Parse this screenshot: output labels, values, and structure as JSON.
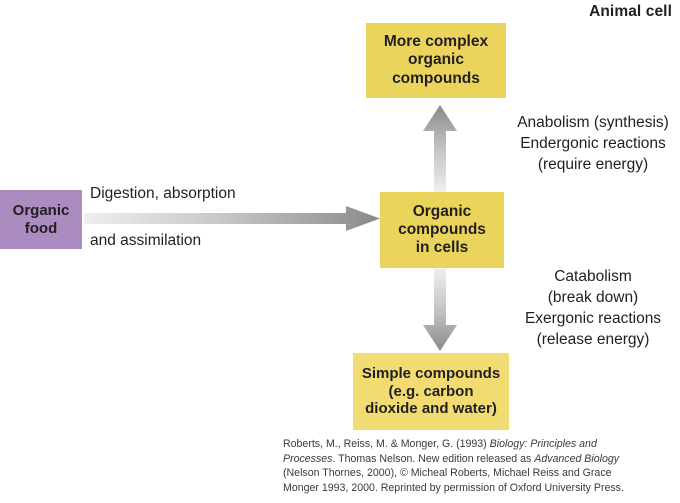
{
  "title": "Animal cell",
  "colors": {
    "purple_box": "#ab8cc0",
    "yellow_box": "#ead45c",
    "yellow_box_light": "#f2dc72",
    "arrow_dark": "#8c8c8c",
    "arrow_light": "#e9e9e9",
    "text": "#231f20",
    "citation_text": "#3a3a3c"
  },
  "boxes": {
    "organic_food": "Organic\nfood",
    "more_complex": "More complex\norganic\ncompounds",
    "organic_compounds": "Organic\ncompounds\nin cells",
    "simple_compounds": "Simple compounds\n(e.g. carbon\ndioxide and water)"
  },
  "flow_captions": {
    "digestion": "Digestion, absorption",
    "assimilation": "and assimilation"
  },
  "side_captions": {
    "anabolism": "Anabolism (synthesis)\nEndergonic reactions\n(require energy)",
    "catabolism": "Catabolism\n(break down)\nExergonic reactions\n(release energy)"
  },
  "arrows": {
    "horizontal": "right-arrow-gradient",
    "up": "up-arrow-gradient",
    "down": "down-arrow-gradient"
  },
  "citation": {
    "line1_a": "Roberts, M., Reiss, M. & Monger, G. (1993) ",
    "line1_i": "Biology: Principles and",
    "line2_i1": "Processes",
    "line2_a": ". Thomas Nelson. New edition released as ",
    "line2_i2": "Advanced Biology",
    "line3": "(Nelson Thornes, 2000), © Micheal Roberts, Michael Reiss and Grace",
    "line4": "Monger 1993, 2000. Reprinted by permission of Oxford University Press."
  }
}
